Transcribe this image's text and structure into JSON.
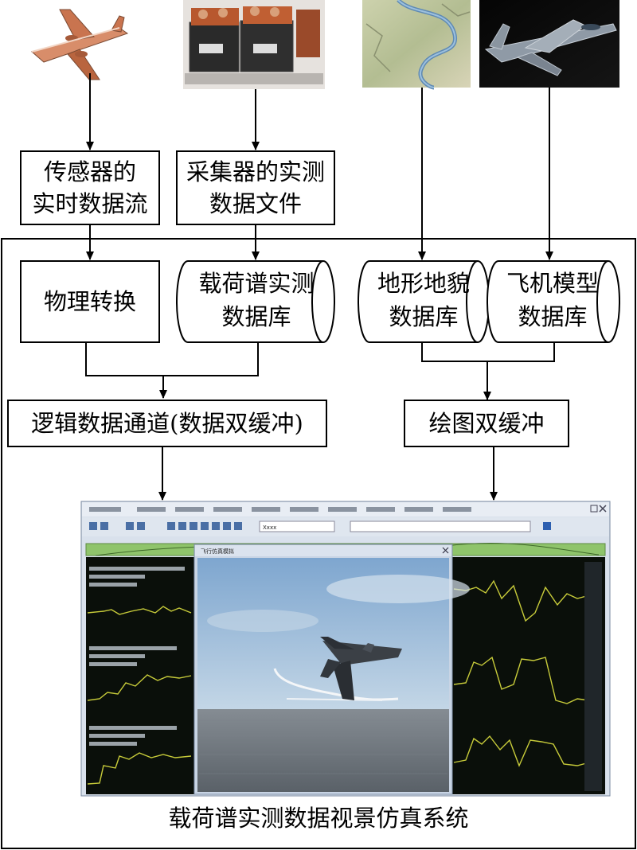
{
  "nodes": {
    "sensor_stream": [
      "传感器的",
      "实时数据流"
    ],
    "collector_file": [
      "采集器的实测",
      "数据文件"
    ],
    "physical_conversion": "物理转换",
    "load_spectrum_db": [
      "载荷谱实测",
      "数据库"
    ],
    "terrain_db": [
      "地形地貌",
      "数据库"
    ],
    "aircraft_model_db": [
      "飞机模型",
      "数据库"
    ],
    "logic_channel": "逻辑数据通道(数据双缓冲)",
    "draw_double_buffer": "绘图双缓冲"
  },
  "system_caption": "载荷谱实测数据视景仿真系统",
  "screenshot": {
    "toolbar_zoom": "Xxxx",
    "sim_window_title": "飞行仿真模拟"
  },
  "colors": {
    "line": "#000000",
    "app_bg": "#0a0f0a",
    "signal": "#c8cc3a",
    "ribbon": "#8fc46b",
    "window_frame": "#c8d4e4",
    "sky": "#9fc0df",
    "sea": "#6d747c"
  }
}
